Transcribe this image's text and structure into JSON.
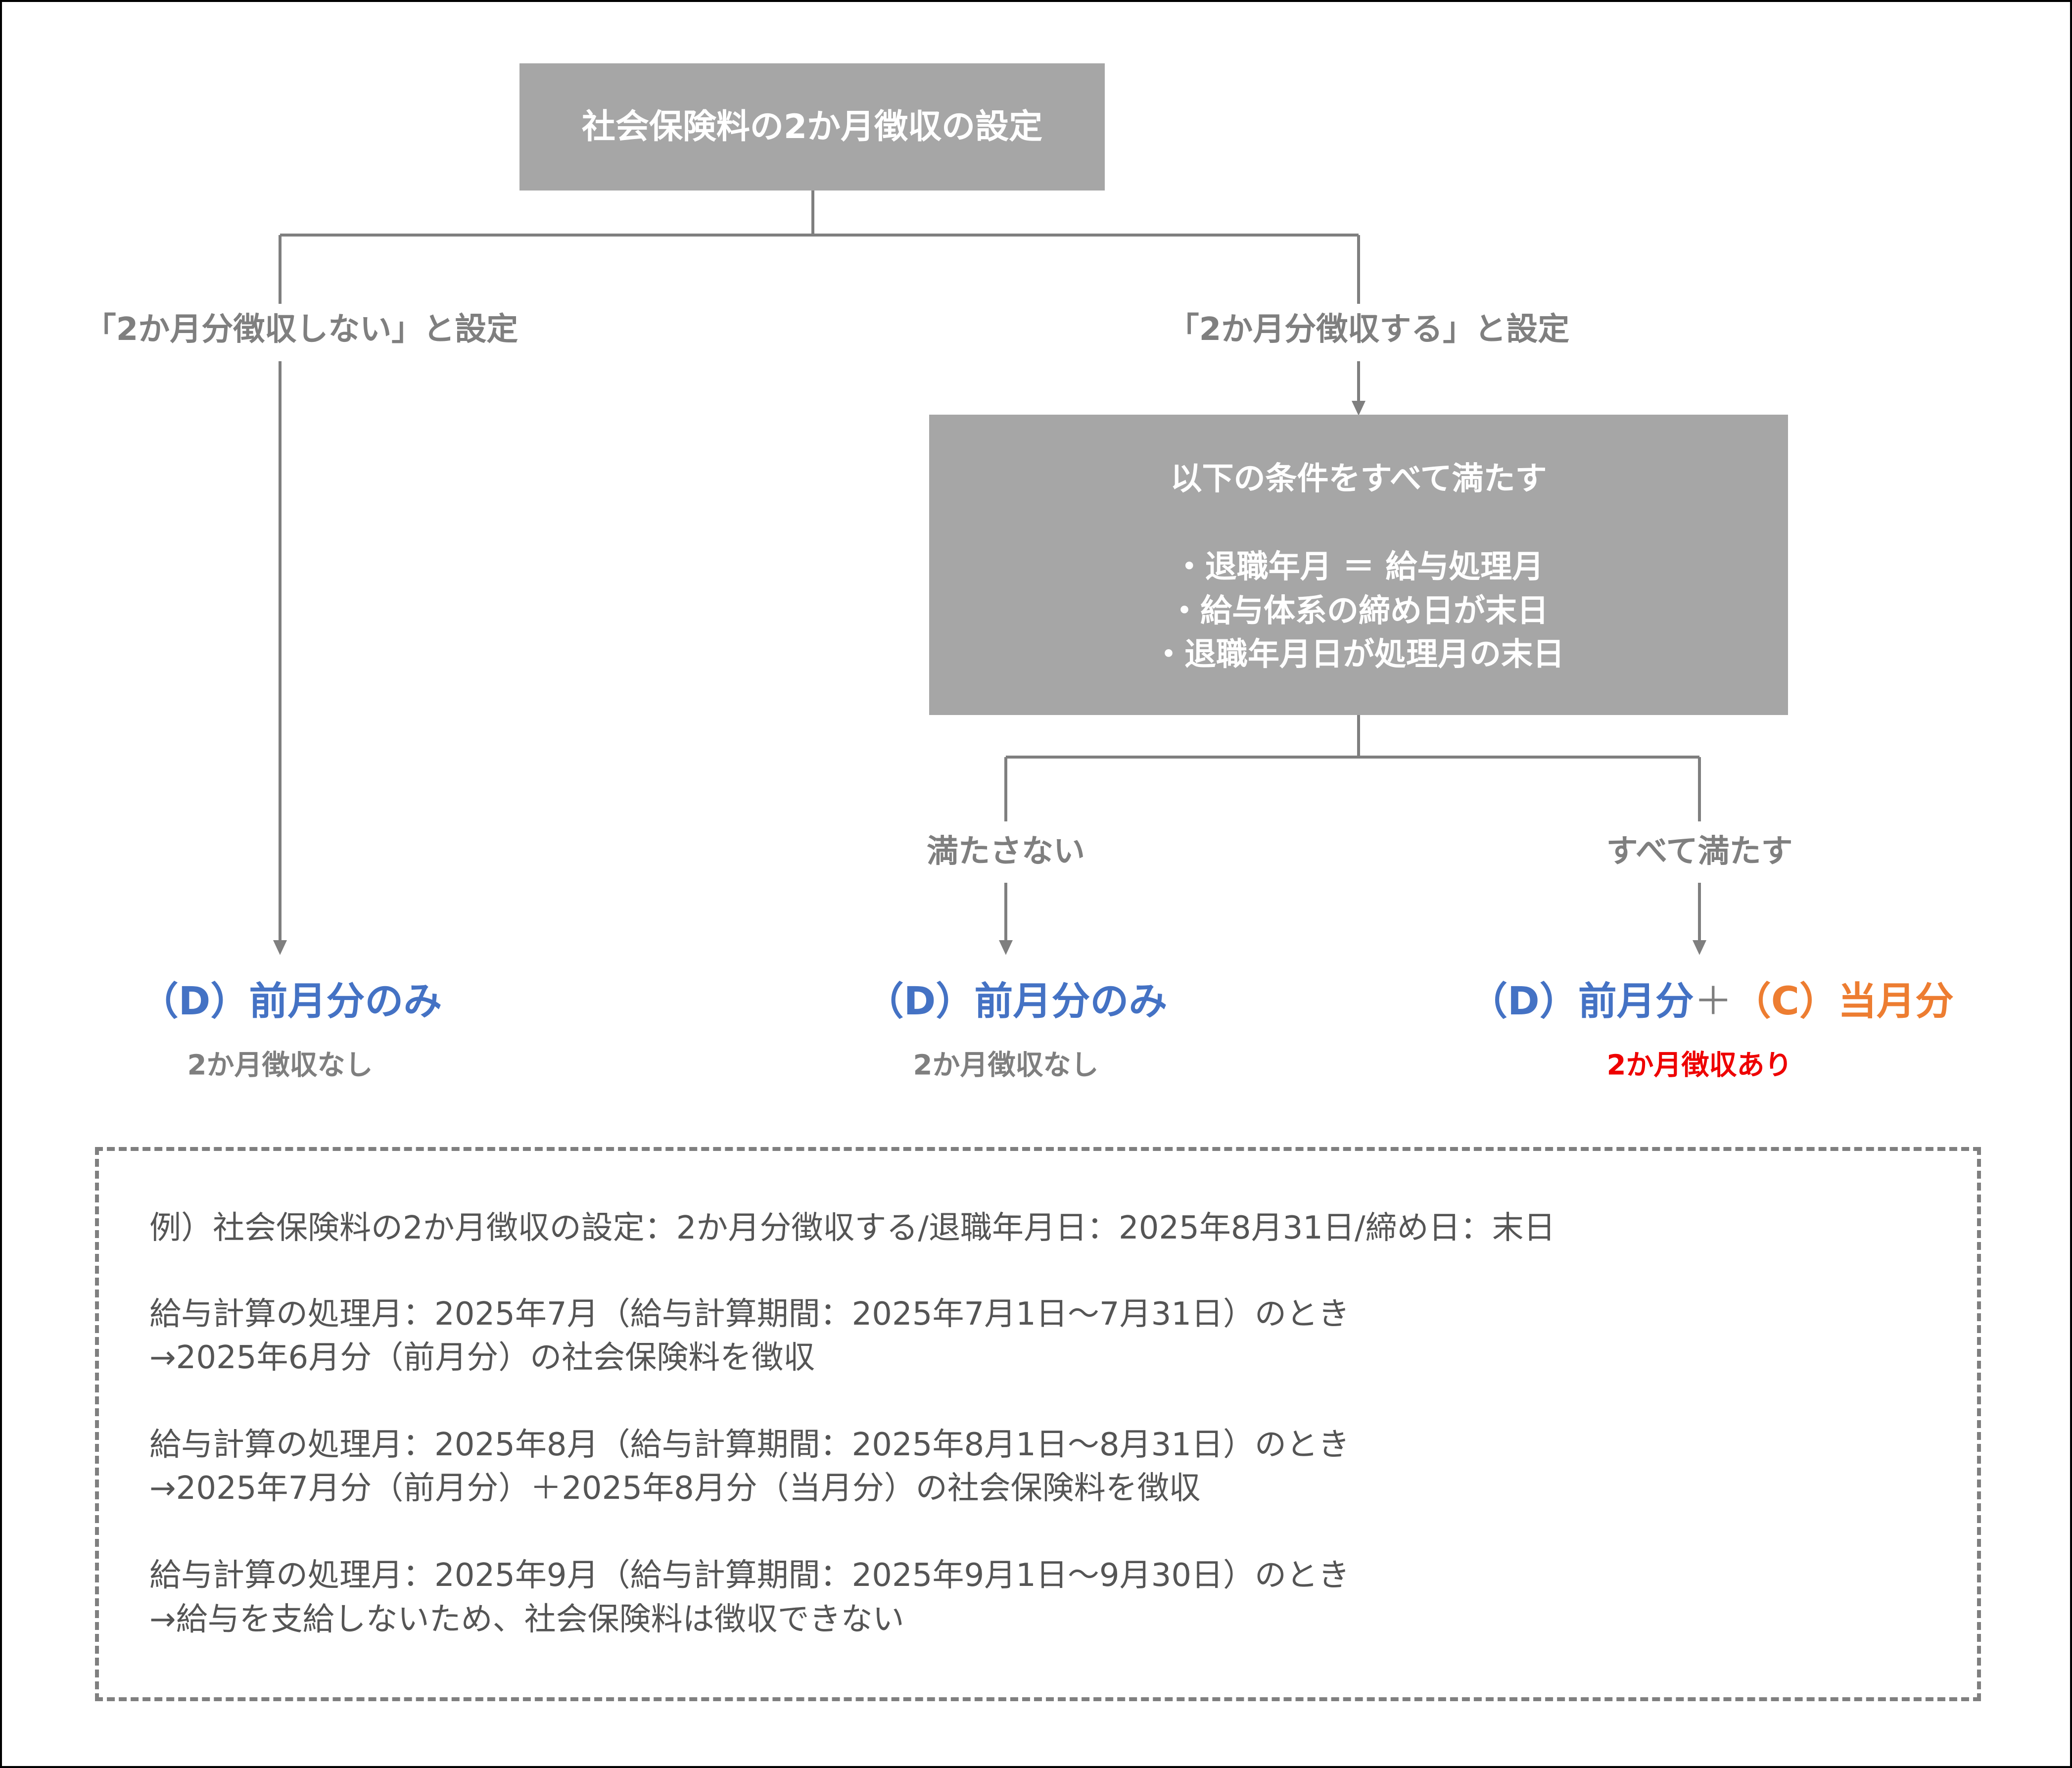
{
  "top_box": {
    "title": "社会保険料の2か月徴収の設定"
  },
  "branches": {
    "left_label": "「2か月分徴収しない」と設定",
    "right_label": "「2か月分徴収する」と設定"
  },
  "condition_box": {
    "title": "以下の条件をすべて満たす",
    "conditions": [
      "・退職年月 ＝ 給与処理月",
      "・給与体系の締め日が末日",
      "・退職年月日が処理月の末日"
    ]
  },
  "sub_branches": {
    "not_met": "満たさない",
    "all_met": "すべて満たす"
  },
  "results": [
    {
      "parts": [
        {
          "text": "（D）前月分のみ",
          "color": "#4472c4"
        }
      ],
      "note": "2か月徴収なし",
      "note_color": "#7f7f7f"
    },
    {
      "parts": [
        {
          "text": "（D）前月分のみ",
          "color": "#4472c4"
        }
      ],
      "note": "2か月徴収なし",
      "note_color": "#7f7f7f"
    },
    {
      "parts": [
        {
          "text": "（D）前月分",
          "color": "#4472c4"
        },
        {
          "text": "＋",
          "color": "#7f7f7f"
        },
        {
          "text": "（C）当月分",
          "color": "#ed7d31"
        }
      ],
      "note": "2か月徴収あり",
      "note_color": "#ee0000"
    }
  ],
  "example": {
    "lines": [
      "例）社会保険料の2か月徴収の設定：2か月分徴収する/退職年月日：2025年8月31日/締め日：末日",
      "給与計算の処理月：2025年7月（給与計算期間：2025年7月1日〜7月31日）のとき",
      "→2025年6月分（前月分）の社会保険料を徴収",
      "給与計算の処理月：2025年8月（給与計算期間：2025年8月1日〜8月31日）のとき",
      "→2025年7月分（前月分）＋2025年8月分（当月分）の社会保険料を徴収",
      "給与計算の処理月：2025年9月（給与計算期間：2025年9月1日〜9月30日）のとき",
      "→給与を支給しないため、社会保険料は徴収できない"
    ]
  }
}
